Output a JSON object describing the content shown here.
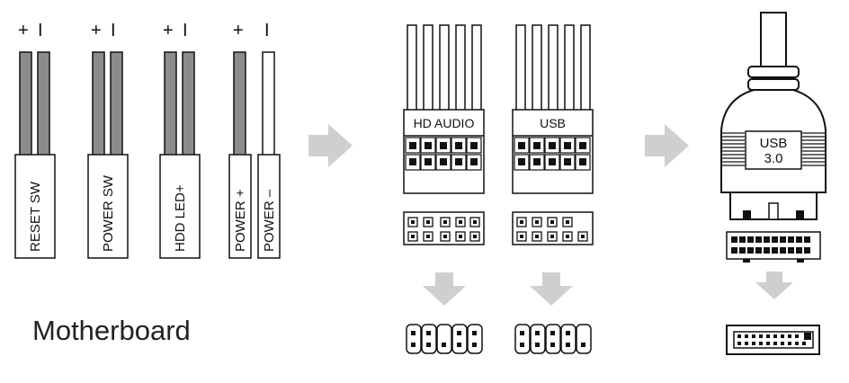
{
  "panel_front": {
    "connectors": [
      {
        "polarity_plus": "+",
        "polarity_minus": "I",
        "label": "RESET SW"
      },
      {
        "polarity_plus": "+",
        "polarity_minus": "I",
        "label": "POWER SW"
      },
      {
        "polarity_plus": "+",
        "polarity_minus": "I",
        "label": "HDD LED+"
      },
      {
        "polarity": "+",
        "label": "POWER +"
      },
      {
        "polarity": "I",
        "label": "POWER –"
      }
    ],
    "caption": "Motherboard"
  },
  "headers": {
    "hd_audio": "HD AUDIO",
    "usb": "USB",
    "usb3_line1": "USB",
    "usb3_line2": "3.0"
  },
  "colors": {
    "wire_grey": "#8c8c8c",
    "arrow_grey": "#cfcfcf",
    "ink": "#111111"
  }
}
